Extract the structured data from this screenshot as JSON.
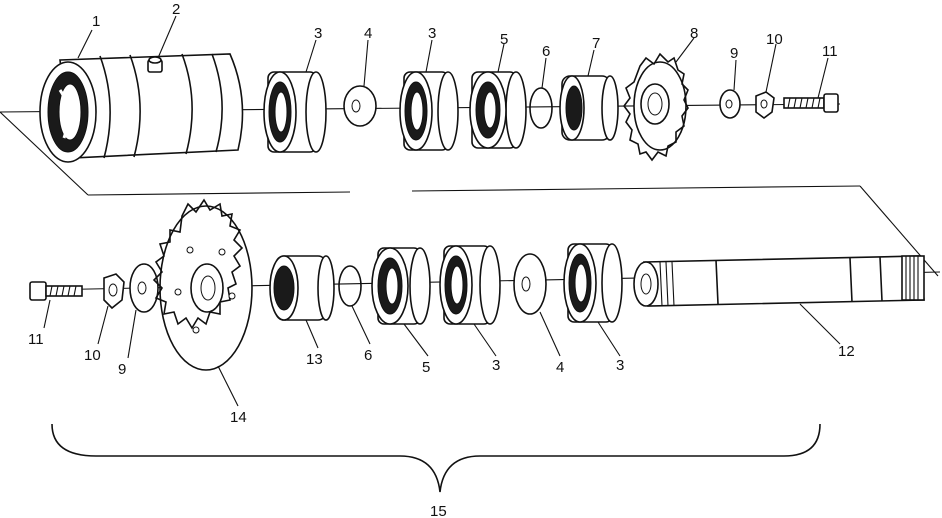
{
  "diagram": {
    "callouts": {
      "c1": "1",
      "c2": "2",
      "c3a": "3",
      "c4a": "4",
      "c3b": "3",
      "c5a": "5",
      "c6a": "6",
      "c7": "7",
      "c8": "8",
      "c9a": "9",
      "c10a": "10",
      "c11a": "11",
      "c11b": "11",
      "c10b": "10",
      "c9b": "9",
      "c14": "14",
      "c13": "13",
      "c6b": "6",
      "c5b": "5",
      "c3c": "3",
      "c4b": "4",
      "c3d": "3",
      "c12": "12",
      "c15": "15"
    }
  }
}
